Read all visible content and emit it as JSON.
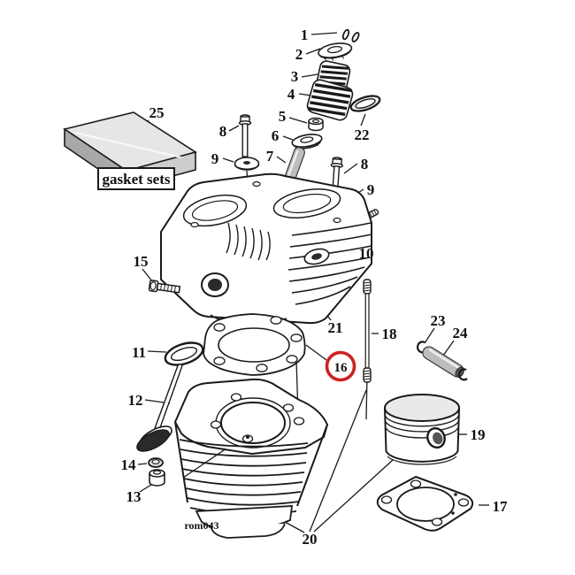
{
  "figure": {
    "code": "rom043",
    "background": "#ffffff",
    "line_color": "#1a1a1a",
    "highlight_color": "#cc2222",
    "type": "exploded-parts-diagram"
  },
  "gasket_box": {
    "label": "gasket sets"
  },
  "callouts": [
    {
      "id": "1",
      "label": "1"
    },
    {
      "id": "2",
      "label": "2"
    },
    {
      "id": "3",
      "label": "3"
    },
    {
      "id": "4",
      "label": "4"
    },
    {
      "id": "5",
      "label": "5"
    },
    {
      "id": "6",
      "label": "6"
    },
    {
      "id": "7",
      "label": "7"
    },
    {
      "id": "8-left",
      "label": "8"
    },
    {
      "id": "9-left",
      "label": "9"
    },
    {
      "id": "8-right",
      "label": "8"
    },
    {
      "id": "9-right",
      "label": "9"
    },
    {
      "id": "10",
      "label": "10"
    },
    {
      "id": "11",
      "label": "11"
    },
    {
      "id": "12",
      "label": "12"
    },
    {
      "id": "13",
      "label": "13"
    },
    {
      "id": "14",
      "label": "14"
    },
    {
      "id": "15",
      "label": "15"
    },
    {
      "id": "16",
      "label": "16",
      "highlighted": true
    },
    {
      "id": "17",
      "label": "17"
    },
    {
      "id": "18",
      "label": "18"
    },
    {
      "id": "19",
      "label": "19"
    },
    {
      "id": "20",
      "label": "20"
    },
    {
      "id": "21",
      "label": "21"
    },
    {
      "id": "22",
      "label": "22"
    },
    {
      "id": "23",
      "label": "23"
    },
    {
      "id": "24",
      "label": "24"
    },
    {
      "id": "25",
      "label": "25"
    }
  ]
}
